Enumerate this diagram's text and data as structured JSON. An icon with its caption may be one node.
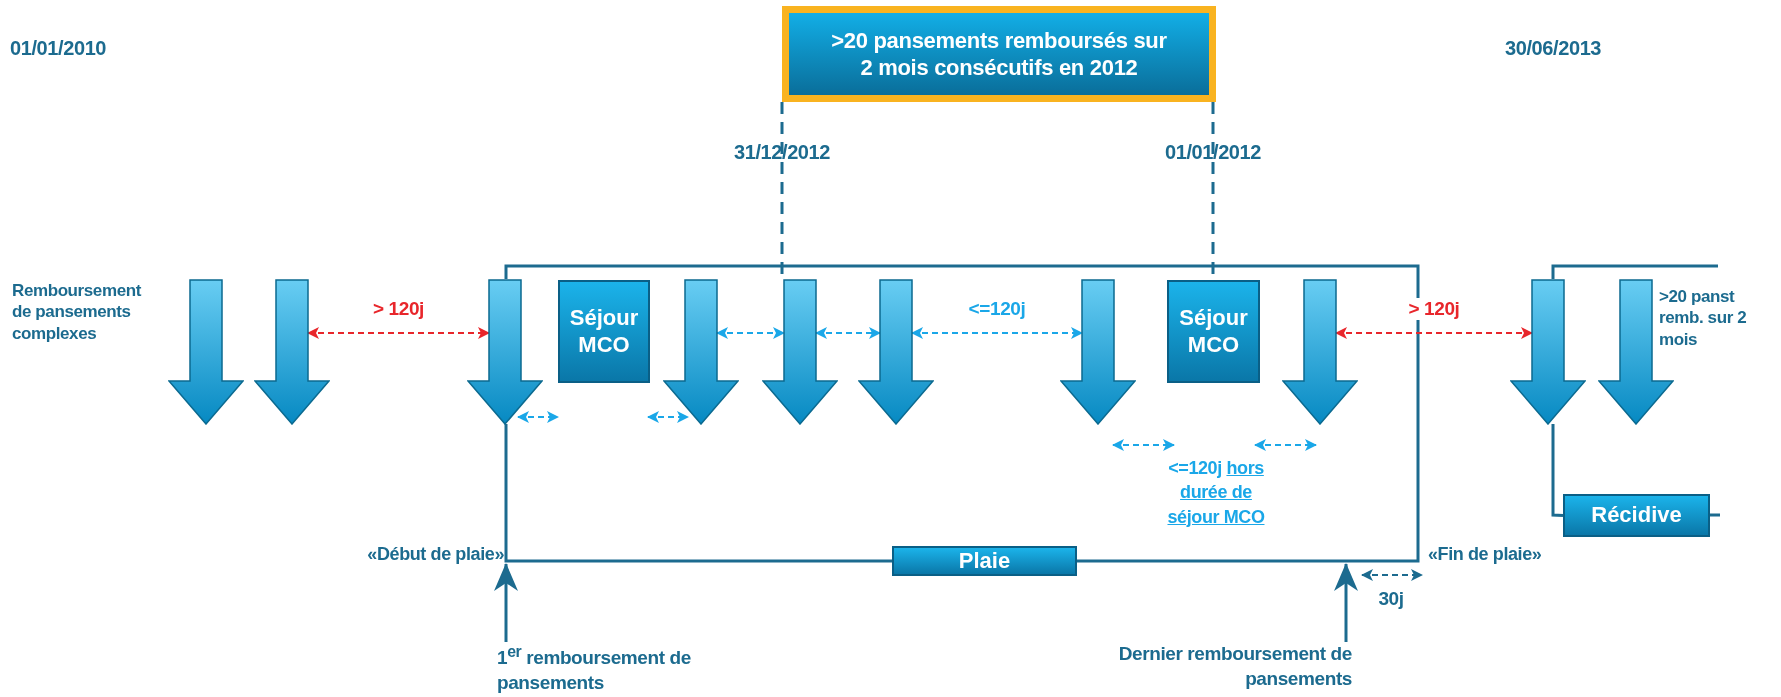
{
  "diagram": {
    "nodes": [
      {
        "text": [
          ">20 pansements remboursés sur 2 mois consécutifs en 2012"
        ]
      },
      {
        "text": [],
        "shape": "arrow",
        "beside": [
          "Remboursement de pansements complexes"
        ]
      },
      {
        "text": [],
        "shape": "arrow"
      },
      {
        "text": [],
        "shape": "arrow"
      },
      {
        "text": [
          "Séjour MCO"
        ]
      },
      {
        "text": [],
        "shape": "arrow"
      },
      {
        "text": [],
        "shape": "arrow"
      },
      {
        "text": [],
        "shape": "arrow"
      },
      {
        "text": [],
        "shape": "arrow"
      },
      {
        "text": [
          "Séjour MCO"
        ]
      },
      {
        "text": [],
        "shape": "arrow"
      },
      {
        "text": [],
        "shape": "arrow"
      },
      {
        "text": [],
        "shape": "arrow",
        "beside": [
          ">20 panst remb. sur 2 mois"
        ]
      },
      {
        "text": [
          "Récidive"
        ]
      },
      {
        "text": [
          "Plaie"
        ]
      },
      {
        "text": [
          "1$^{er}$ remboursement de pansements"
        ]
      },
      {
        "text": [
          "Dernier remboursement de pansements"
        ]
      },
      {
        "text": [
          "«Début de plaie»"
        ]
      }
    ],
    "edges": [
      {
        "from": 15,
        "to": 17,
        "arrow": "to"
      },
      {
        "from": 16,
        "to": null,
        "arrow": "to"
      },
      {
        "from": 0,
        "to": 6,
        "arrow": "none",
        "style": "dashed"
      },
      {
        "from": 0,
        "to": 9,
        "arrow": "none",
        "style": "dashed"
      },
      {
        "from": 2,
        "to": 3,
        "arrow": "both",
        "label": "> 120j",
        "style": "dashed",
        "color": "#e8262b"
      },
      {
        "from": 3,
        "to": 4,
        "arrow": "both",
        "style": "dashed",
        "color": "#1aa7e8"
      },
      {
        "from": 4,
        "to": 5,
        "arrow": "both",
        "style": "dashed",
        "color": "#1aa7e8"
      },
      {
        "from": 5,
        "to": 6,
        "arrow": "both",
        "style": "dashed",
        "color": "#1aa7e8"
      },
      {
        "from": 6,
        "to": 7,
        "arrow": "both",
        "style": "dashed",
        "color": "#1aa7e8"
      },
      {
        "from": 7,
        "to": 8,
        "arrow": "both",
        "label": "<=120j",
        "style": "dashed",
        "color": "#1aa7e8"
      },
      {
        "from": 8,
        "to": 9,
        "arrow": "both",
        "style": "dashed",
        "color": "#1aa7e8"
      },
      {
        "from": 9,
        "to": 10,
        "arrow": "both",
        "style": "dashed",
        "color": "#1aa7e8"
      },
      {
        "from": 10,
        "to": 11,
        "arrow": "both",
        "label": "> 120j",
        "style": "dashed",
        "color": "#e8262b"
      },
      {
        "from": 11,
        "to": 13,
        "arrow": "none"
      }
    ],
    "labels": [
      "01/01/2010",
      "31/12/2012",
      "01/01/2012",
      "30/06/2013",
      "<=120j",
      "hors durée de séjour MCO",
      "«Fin de plaie»",
      "30j"
    ]
  }
}
